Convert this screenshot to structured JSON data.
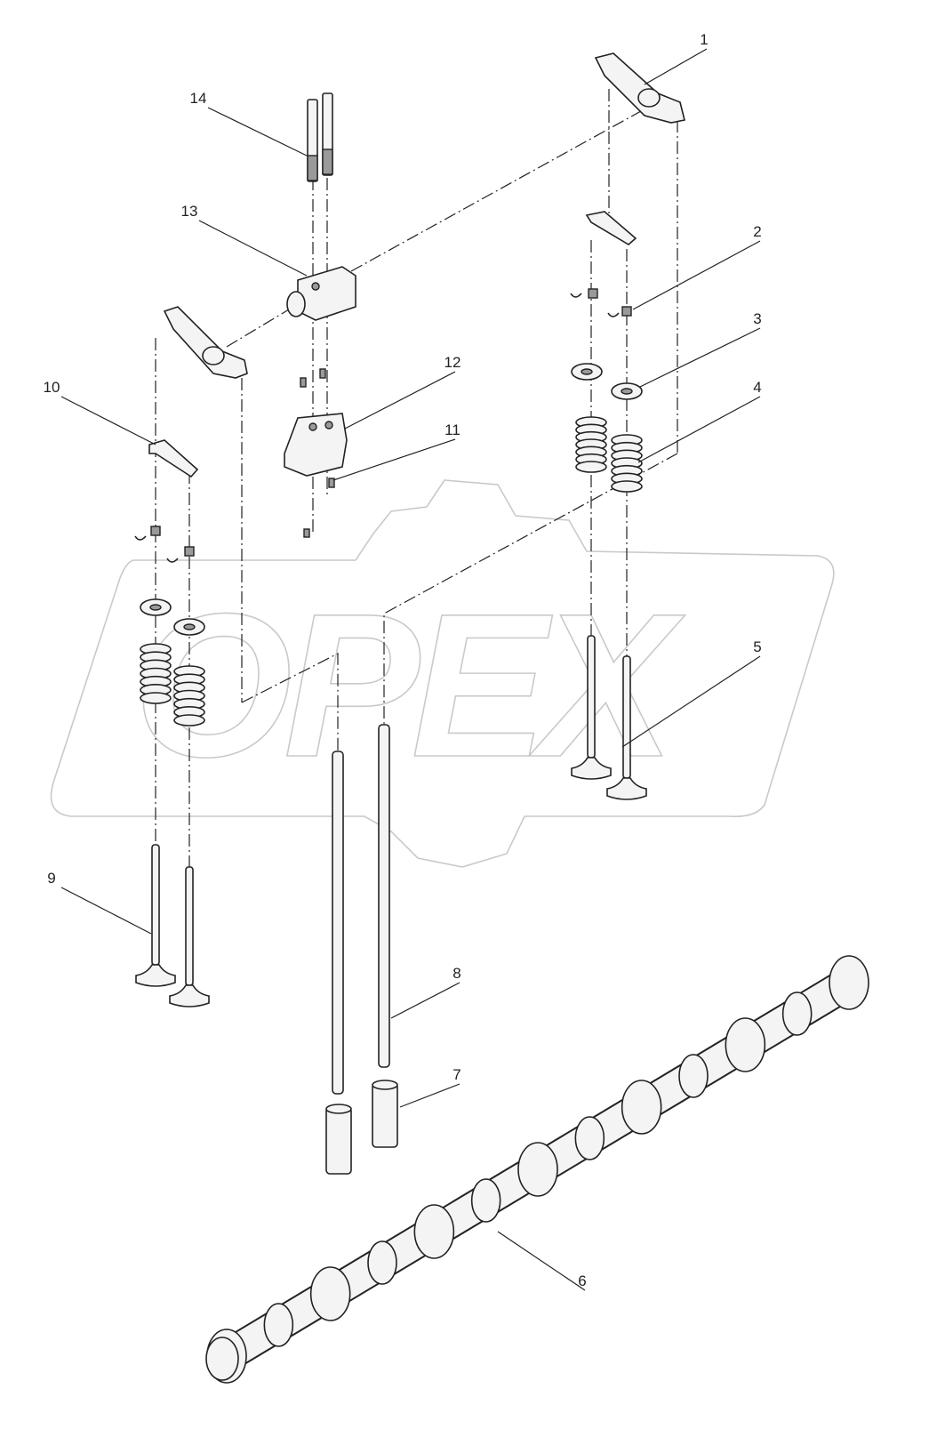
{
  "watermark": "OPEX",
  "callouts": [
    "1",
    "2",
    "3",
    "4",
    "5",
    "6",
    "7",
    "8",
    "9",
    "10",
    "11",
    "12",
    "13",
    "14"
  ]
}
